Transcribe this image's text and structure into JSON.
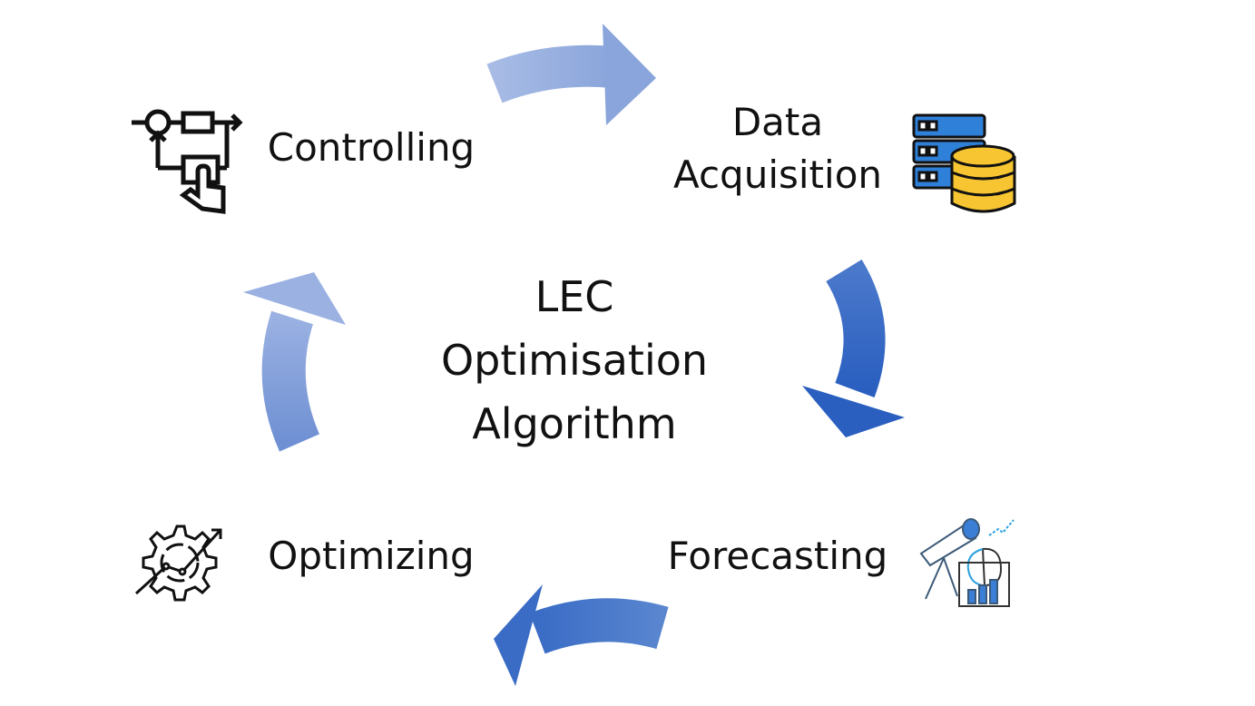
{
  "center": {
    "line1": "LEC",
    "line2": "Optimisation",
    "line3": "Algorithm"
  },
  "steps": {
    "data_acquisition": {
      "line1": "Data",
      "line2": "Acquisition",
      "icon": "database-server-icon"
    },
    "forecasting": {
      "label": "Forecasting",
      "icon": "telescope-analytics-icon"
    },
    "optimizing": {
      "label": "Optimizing",
      "icon": "gear-trend-icon"
    },
    "controlling": {
      "label": "Controlling",
      "icon": "control-loop-hand-icon"
    }
  },
  "colors": {
    "arrow_light": "#9db3e2",
    "arrow_dark": "#2f62c0",
    "server_blue": "#2f80d9",
    "db_yellow": "#f7c531"
  }
}
